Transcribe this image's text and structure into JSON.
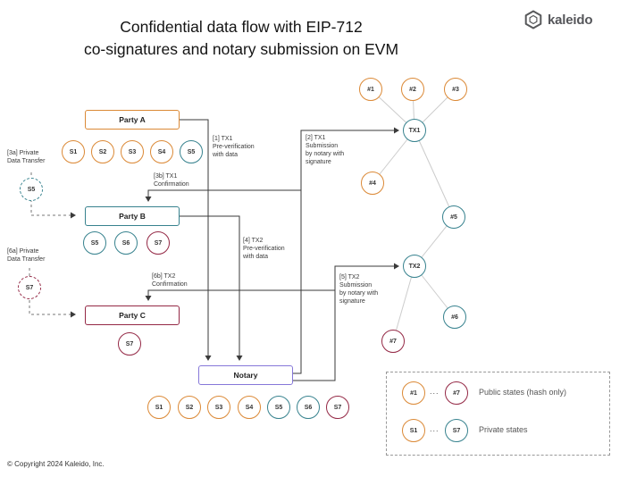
{
  "title": {
    "line1": "Confidential data flow with EIP-712",
    "line2": "co-signatures and notary submission on EVM"
  },
  "brand": {
    "name": "kaleido"
  },
  "footer": {
    "copyright": "© Copyright 2024 Kaleido, Inc."
  },
  "colors": {
    "orange": "#DB8936",
    "teal": "#37828E",
    "maroon": "#942845",
    "purple": "#8678D9",
    "chain_link_gray": "#CCCCCC",
    "flow_line": "#444444"
  },
  "parties": {
    "partyA": {
      "label": "Party A",
      "states": [
        "S1",
        "S2",
        "S3",
        "S4",
        "S5"
      ]
    },
    "partyB": {
      "label": "Party B",
      "states": [
        "S5",
        "S6",
        "S7"
      ]
    },
    "partyC": {
      "label": "Party C",
      "states": [
        "S7"
      ]
    },
    "notary": {
      "label": "Notary",
      "states": [
        "S1",
        "S2",
        "S3",
        "S4",
        "S5",
        "S6",
        "S7"
      ]
    }
  },
  "chain": {
    "tx1": "TX1",
    "tx2": "TX2",
    "public_states": [
      "#1",
      "#2",
      "#3",
      "#4",
      "#5",
      "#6",
      "#7"
    ]
  },
  "transfers": {
    "t3a": {
      "label": "[3a] Private\nData Transfer",
      "state": "S5"
    },
    "t6a": {
      "label": "[6a] Private\nData Transfer",
      "state": "S7"
    }
  },
  "flows": {
    "f1": "[1] TX1\nPre-verification\nwith data",
    "f2": "[2] TX1\nSubmission\nby notary with\nsignature",
    "f3b": "[3b] TX1\nConfirmation",
    "f4": "[4] TX2\nPre-verification\nwith data",
    "f5": "[5] TX2\nSubmission\nby notary with\nsignature",
    "f6b": "[6b] TX2\nConfirmation"
  },
  "legend": {
    "row1": {
      "first": "#1",
      "dots": "...",
      "last": "#7",
      "label": "Public states (hash only)"
    },
    "row2": {
      "first": "S1",
      "dots": "...",
      "last": "S7",
      "label": "Private states"
    }
  }
}
